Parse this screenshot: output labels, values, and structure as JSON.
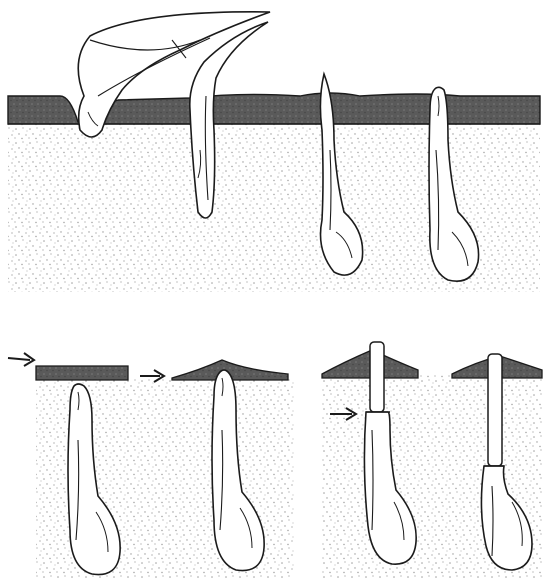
{
  "figure": {
    "panels": [
      {
        "id": "top",
        "stages": [
          "leaf-on-surface",
          "leaf-bent-into-soil",
          "seed-descending",
          "seed-buried"
        ]
      },
      {
        "id": "bottom-left",
        "stages": [
          "cover-marked",
          "cover-slightly-raised"
        ]
      },
      {
        "id": "bottom-right",
        "stages": [
          "stalk-narrowed",
          "stalk-elongated"
        ]
      }
    ],
    "markers": [
      "arrow-marker",
      "arrow-marker",
      "arrow-marker"
    ]
  },
  "colors": {
    "ink": "#1b1b1b",
    "soil_dots": "#9a9a9a",
    "crust": "#5a5a5a",
    "fill": "#ffffff",
    "background": "#ffffff"
  }
}
